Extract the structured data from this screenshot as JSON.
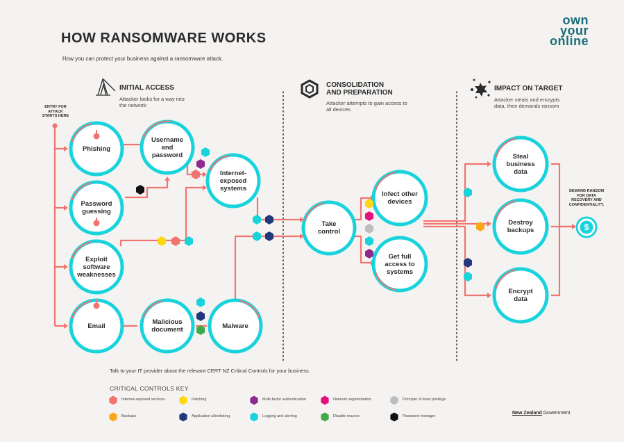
{
  "title": "HOW RANSOMWARE WORKS",
  "subtitle": "How you can protect your business against a ransomware attack.",
  "logo": {
    "line1": "own",
    "line2": "your",
    "line3": "online"
  },
  "entry_label": [
    "ENTRY FOR",
    "ATTACK",
    "STARTS HERE"
  ],
  "sections": [
    {
      "icon": "lines-icon",
      "title": [
        "INITIAL ACCESS"
      ],
      "desc": [
        "Attacker looks for a way into",
        "the network"
      ]
    },
    {
      "icon": "hexagon-icon",
      "title": [
        "CONSOLIDATION",
        "AND PREPARATION"
      ],
      "desc": [
        "Attacker attempts to gain access to",
        "all devices"
      ]
    },
    {
      "icon": "burst-icon",
      "title": [
        "IMPACT ON TARGET"
      ],
      "desc": [
        "Attacker steals and encrypts",
        "data, then demands ransom"
      ]
    }
  ],
  "nodes": {
    "phishing": [
      "Phishing"
    ],
    "username": [
      "Username",
      "and",
      "password"
    ],
    "internet": [
      "Internet-",
      "exposed",
      "systems"
    ],
    "password_guessing": [
      "Password",
      "guessing"
    ],
    "exploit": [
      "Exploit",
      "software",
      "weaknesses"
    ],
    "email": [
      "Email"
    ],
    "malicious": [
      "Malicious",
      "document"
    ],
    "malware": [
      "Malware"
    ],
    "take_control": [
      "Take",
      "control"
    ],
    "infect": [
      "Infect other",
      "devices"
    ],
    "full_access": [
      "Get full",
      "access to",
      "systems"
    ],
    "steal": [
      "Steal",
      "business",
      "data"
    ],
    "destroy": [
      "Destroy",
      "backups"
    ],
    "encrypt": [
      "Encrypt",
      "data"
    ]
  },
  "demand_label": [
    "DEMAND RANSOM",
    "FOR DATA",
    "RECOVERY AND",
    "CONFIDENTIALITY."
  ],
  "ransom_symbol": "$",
  "footer": "Talk to your IT provider about the relevant CERT NZ Critical Controls for your business.",
  "key_title": "CRITICAL CONTROLS KEY",
  "key": [
    {
      "label": "Internet-exposed services",
      "color": "#f07470"
    },
    {
      "label": "Patching",
      "color": "#ffd70f"
    },
    {
      "label": "Multi-factor authentication",
      "color": "#8e2a8e"
    },
    {
      "label": "Network segmentation",
      "color": "#e3117e"
    },
    {
      "label": "Principle of least privilege",
      "color": "#bdbdbd"
    },
    {
      "label": "Backups",
      "color": "#f9a61a"
    },
    {
      "label": "Application allowlisting",
      "color": "#22387c"
    },
    {
      "label": "Logging and alerting",
      "color": "#19d3dc"
    },
    {
      "label": "Disable macros",
      "color": "#3fa848"
    },
    {
      "label": "Password manager",
      "color": "#111111"
    }
  ],
  "government": {
    "nz": "New Zealand",
    "rest": " Government"
  },
  "colors": {
    "teal": "#19d3dc",
    "salmon": "#f07470",
    "dark": "#2b2b2b",
    "logo": "#1a6e78"
  }
}
